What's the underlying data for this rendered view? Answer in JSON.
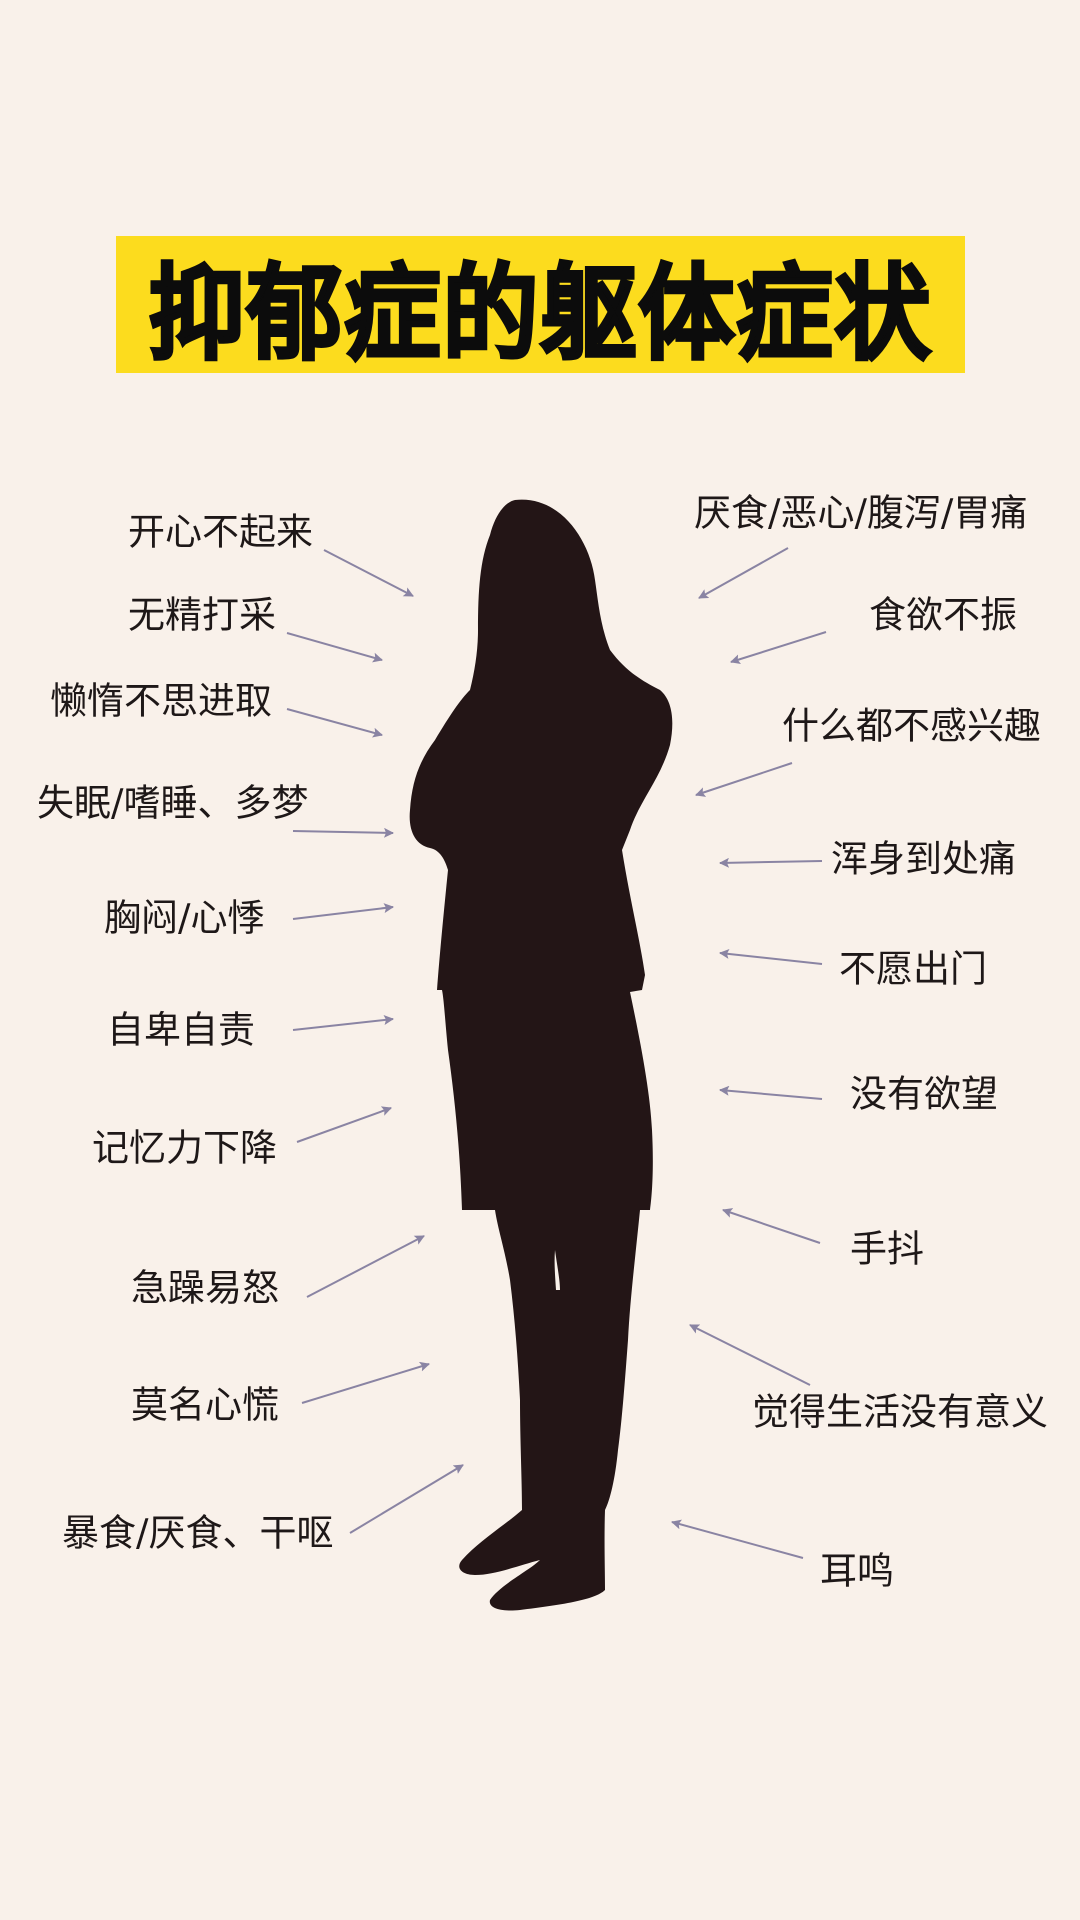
{
  "title": "抑郁症的躯体症状",
  "colors": {
    "background": "#f9f1ea",
    "title_bg": "#fcdc1e",
    "title_text": "#0c0c0c",
    "silhouette": "#231516",
    "arrow": "#8a84a3",
    "label_text": "#1e1818"
  },
  "left_symptoms": [
    {
      "label": "开心不起来"
    },
    {
      "label": "无精打采"
    },
    {
      "label": "懒惰不思进取"
    },
    {
      "label": "失眠/嗜睡、多梦"
    },
    {
      "label": "胸闷/心悸"
    },
    {
      "label": "自卑自责"
    },
    {
      "label": "记忆力下降"
    },
    {
      "label": "急躁易怒"
    },
    {
      "label": "莫名心慌"
    },
    {
      "label": "暴食/厌食、干呕"
    }
  ],
  "right_symptoms": [
    {
      "label": "厌食/恶心/腹泻/胃痛"
    },
    {
      "label": "食欲不振"
    },
    {
      "label": "什么都不感兴趣"
    },
    {
      "label": "浑身到处痛"
    },
    {
      "label": "不愿出门"
    },
    {
      "label": "没有欲望"
    },
    {
      "label": "手抖"
    },
    {
      "label": "觉得生活没有意义"
    },
    {
      "label": "耳鸣"
    }
  ],
  "figure": {
    "icon": "woman-silhouette-icon"
  }
}
